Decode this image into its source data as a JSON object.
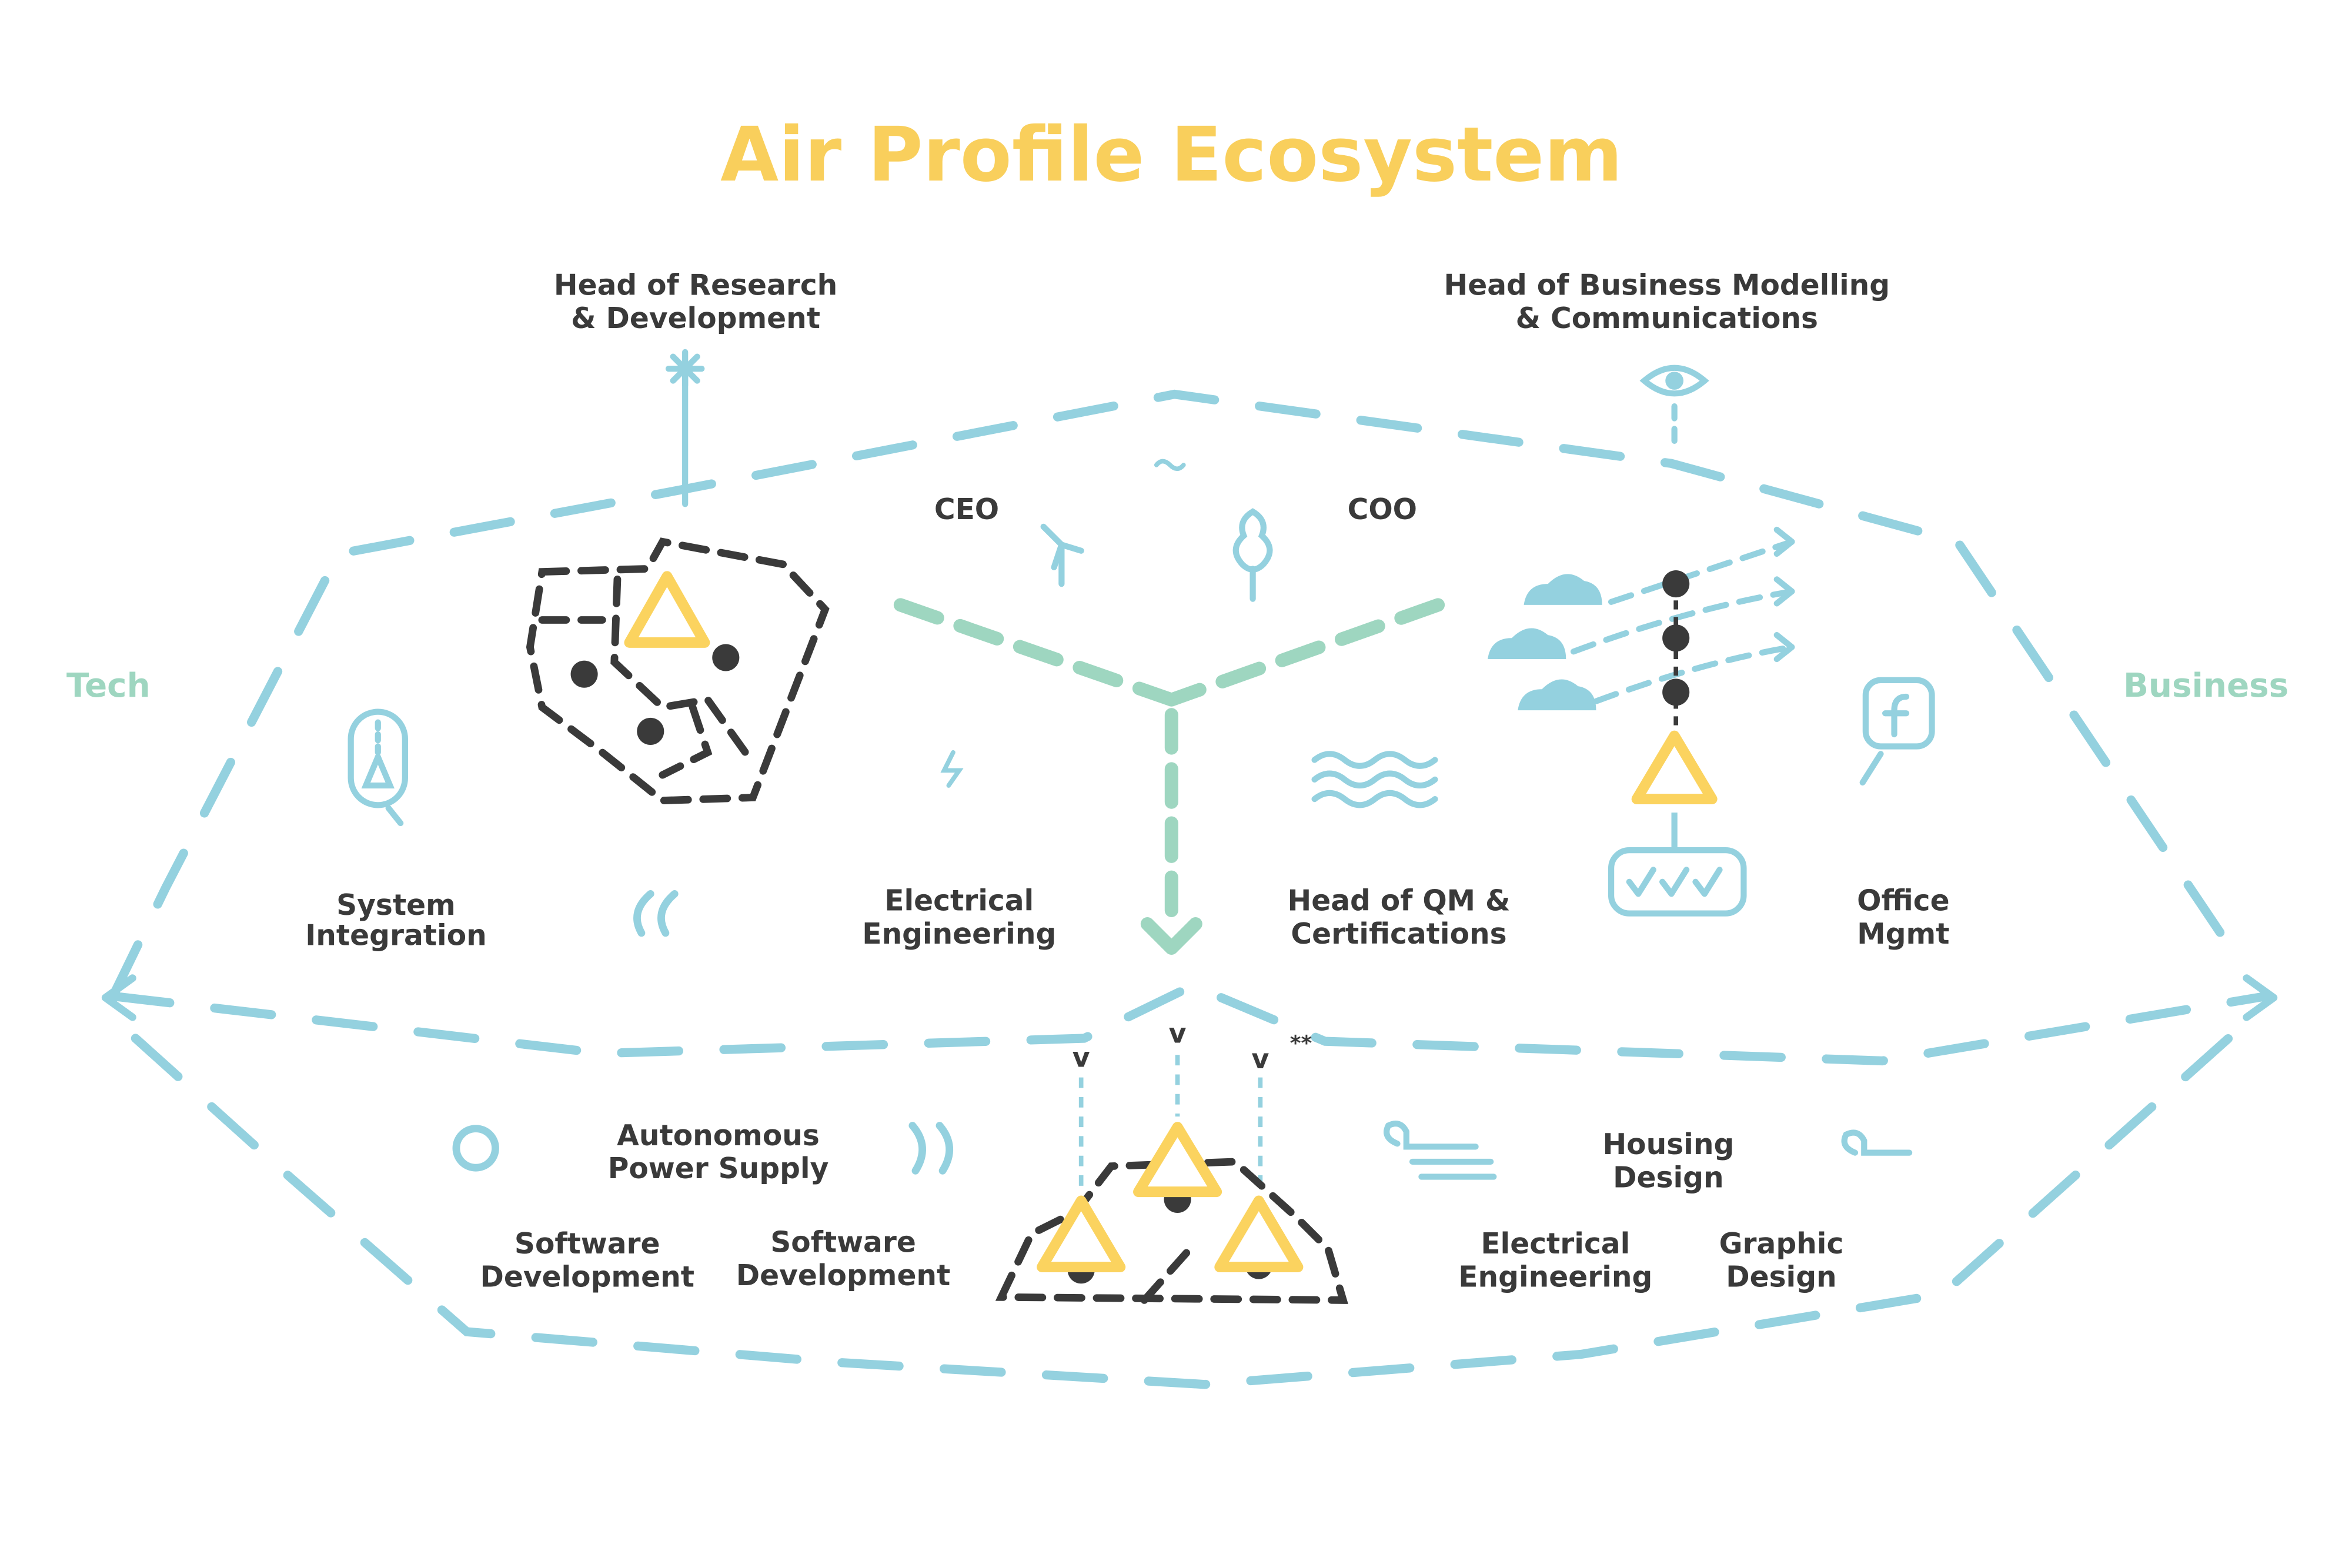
{
  "title": "Air Profile Ecosystem",
  "side_labels": {
    "left": "Tech",
    "right": "Business"
  },
  "roles": {
    "head_rd": [
      "Head of Research",
      "& Development"
    ],
    "head_bm": [
      "Head of Business Modelling",
      "& Communications"
    ],
    "ceo": "CEO",
    "coo": "COO",
    "system_integration": [
      "System",
      "Integration"
    ],
    "electrical_engineering_top": [
      "Electrical",
      "Engineering"
    ],
    "head_qm": [
      "Head of QM &",
      "Certifications"
    ],
    "office_mgmt": [
      "Office",
      "Mgmt"
    ],
    "autonomous_power": [
      "Autonomous",
      "Power Supply"
    ],
    "software_dev_1": [
      "Software",
      "Development"
    ],
    "software_dev_2": [
      "Software",
      "Development"
    ],
    "housing_design": [
      "Housing",
      "Design"
    ],
    "electrical_engineering_bottom": [
      "Electrical",
      "Engineering"
    ],
    "graphic_design": [
      "Graphic",
      "Design"
    ]
  },
  "marks": {
    "v1": "v",
    "v2": "v",
    "v3": "v",
    "stars": "**"
  },
  "colors": {
    "title": "#f9cf5c",
    "outline": "#94d1df",
    "green": "#9ed6c0",
    "dark": "#3a3a3a",
    "yellow": "#fbd35f",
    "cloud": "#94d1df"
  }
}
